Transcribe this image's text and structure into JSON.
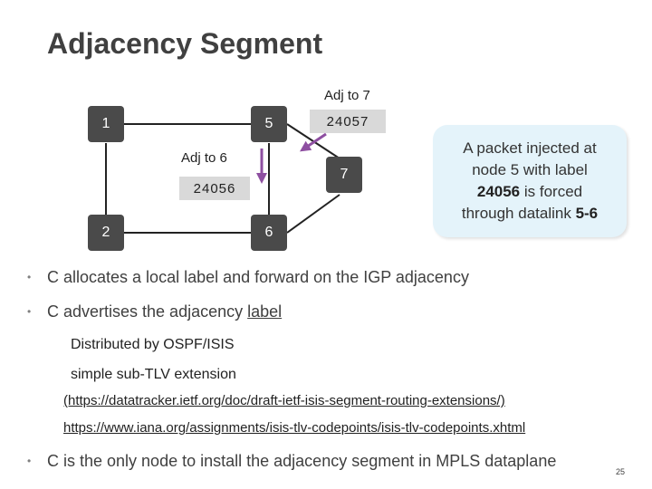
{
  "title": "Adjacency Segment",
  "diagram": {
    "nodes": [
      {
        "id": "n1",
        "label": "1"
      },
      {
        "id": "n5",
        "label": "5"
      },
      {
        "id": "n2",
        "label": "2"
      },
      {
        "id": "n6",
        "label": "6"
      },
      {
        "id": "n7",
        "label": "7"
      }
    ],
    "adj7_label": "Adj to 7",
    "adj7_value": "24057",
    "adj6_label": "Adj to 6",
    "adj6_value": "24056",
    "arrow_color": "#8e4fa1",
    "node_color": "#4a4a4a"
  },
  "callout": {
    "line1": "A packet injected at",
    "line2": "node 5 with label",
    "line3_bold": "24056",
    "line3_rest": " is forced",
    "line4_rest": "through datalink ",
    "line4_bold": "5-6"
  },
  "bullets": [
    "C allocates a local label and forward on the IGP adjacency",
    "C advertises the adjacency ",
    "C is the only node to install the adjacency segment in MPLS dataplane"
  ],
  "bullet2_link": "label",
  "subitems": [
    "Distributed by OSPF/ISIS",
    "simple sub-TLV extension"
  ],
  "links": [
    "(https://datatracker.ietf.org/doc/draft-ietf-isis-segment-routing-extensions/)",
    "https://www.iana.org/assignments/isis-tlv-codepoints/isis-tlv-codepoints.xhtml"
  ],
  "page_number": "25"
}
